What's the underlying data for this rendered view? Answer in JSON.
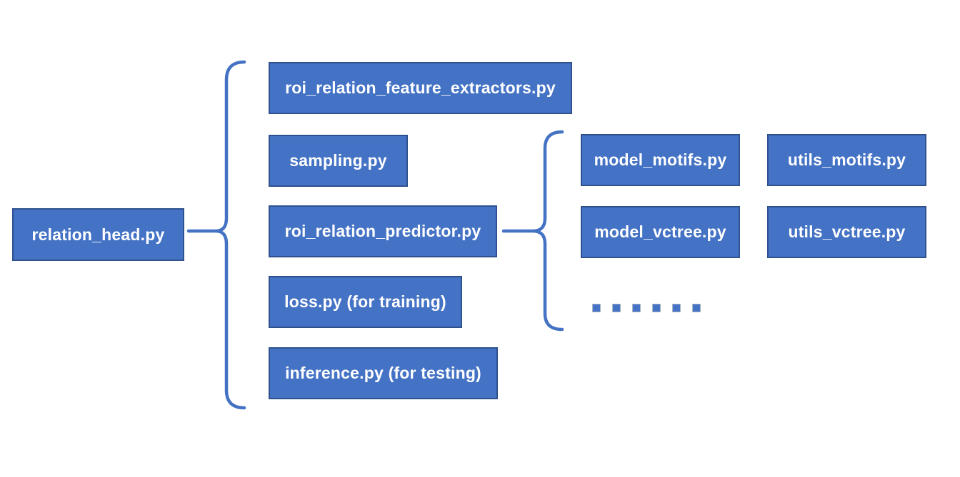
{
  "diagram": {
    "title": "relation head module file structure",
    "root": {
      "label": "relation_head.py"
    },
    "level2": [
      {
        "label": "roi_relation_feature_extractors.py"
      },
      {
        "label": "sampling.py"
      },
      {
        "label": "roi_relation_predictor.py"
      },
      {
        "label": "loss.py (for training)"
      },
      {
        "label": "inference.py (for testing)"
      }
    ],
    "level3": [
      {
        "label": "model_motifs.py"
      },
      {
        "label": "utils_motifs.py"
      },
      {
        "label": "model_vctree.py"
      },
      {
        "label": "utils_vctree.py"
      }
    ],
    "ellipsis": {
      "dot_count": 6
    }
  },
  "colors": {
    "page_bg": "#FFFFFF",
    "box_fill": "#4472C4",
    "box_border": "#2F528F",
    "box_text": "#FFFFFF",
    "connector": "#4472C4",
    "dot_border": "#AAB4C8"
  }
}
